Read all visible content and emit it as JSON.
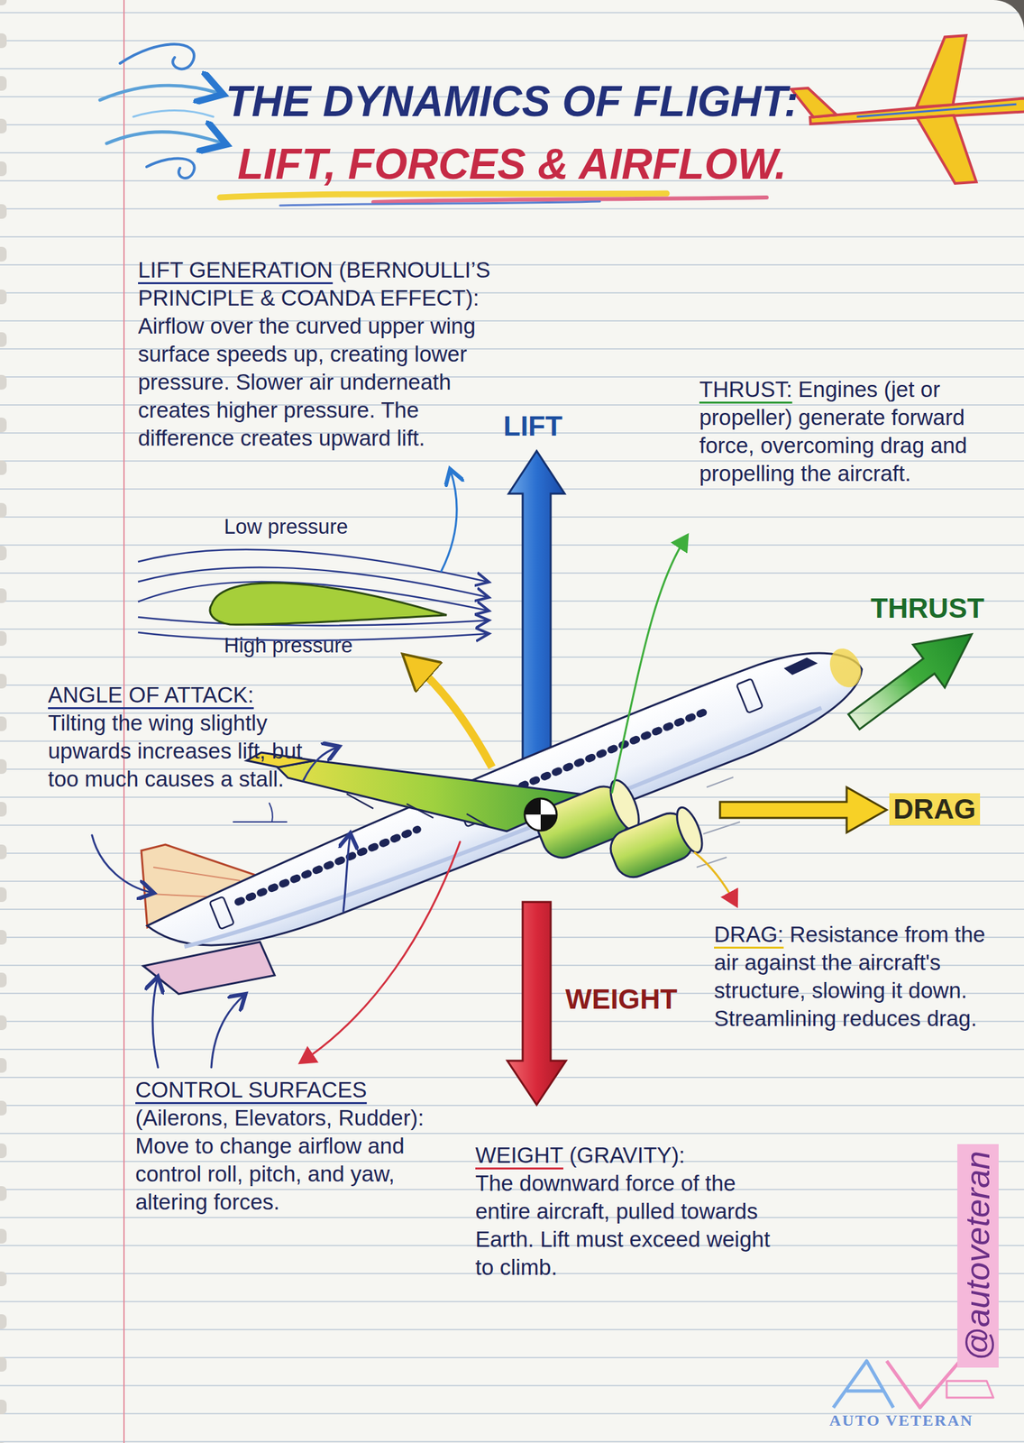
{
  "diagram": {
    "title": "THE DYNAMICS OF FLIGHT: LIFT, FORCES & AIRFLOW.",
    "labels": [
      "LIFT GENERATION",
      "(BERNOULLI’S PRINCIPLE & COANDA EFFECT):",
      "Airflow over the curved upper wing surface speeds up, creating lower pressure. Slower air underneath creates higher pressure. The difference creates upward lift.",
      "Low pressure",
      "High pressure",
      "LIFT",
      "THRUST:",
      "Engines (jet or propeller) generate forward force, overcoming drag and propelling the aircraft.",
      "THRUST",
      "ANGLE OF ATTACK:",
      "Tilting the wing slightly upwards increases lift, but too much causes a stall.",
      "DRAG",
      "DRAG:",
      "Resistance from the air against the aircraft's structure, slowing it down. Streamlining reduces drag.",
      "WEIGHT",
      "CONTROL SURFACES",
      "(Ailerons, Elevators, Rudder):",
      "Move to change airflow and control roll, pitch, and yaw, altering forces.",
      "WEIGHT",
      "(GRAVITY):",
      "The downward force of the entire aircraft, pulled towards Earth. Lift must exceed weight to climb.",
      "@autoveteran",
      "AUTO VETERAN"
    ]
  }
}
